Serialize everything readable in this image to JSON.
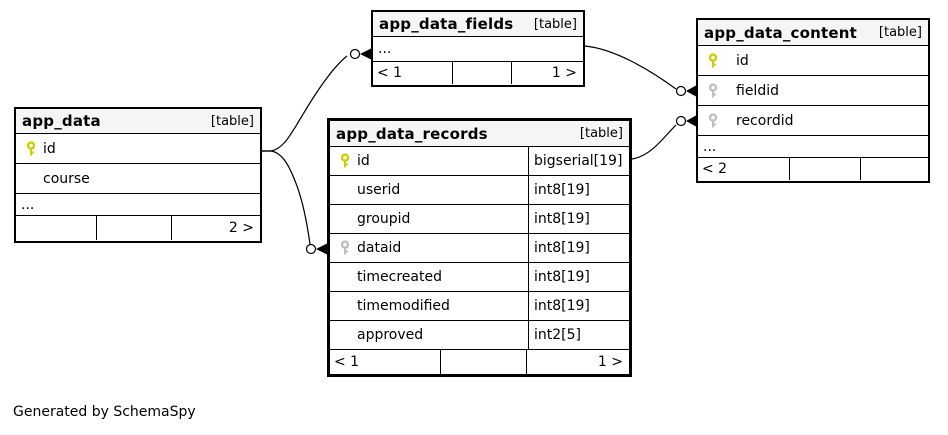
{
  "credit": "Generated by SchemaSpy",
  "colors": {
    "primary_key": "#cdcd00",
    "foreign_key": "#bfbfbf",
    "header_bg": "#f5f5f5",
    "border": "#000000"
  },
  "tables": {
    "app_data": {
      "title": "app_data",
      "tag": "[table]",
      "rows": [
        {
          "icon": "primary-key",
          "name": "id"
        },
        {
          "icon": "none",
          "name": "course"
        }
      ],
      "ellipsis": "...",
      "footer": {
        "left": "",
        "mid": "",
        "right": "2 >"
      }
    },
    "app_data_fields": {
      "title": "app_data_fields",
      "tag": "[table]",
      "ellipsis": "...",
      "footer": {
        "left": "< 1",
        "mid": "",
        "right": "1 >"
      }
    },
    "app_data_content": {
      "title": "app_data_content",
      "tag": "[table]",
      "rows": [
        {
          "icon": "primary-key",
          "name": "id"
        },
        {
          "icon": "foreign-key",
          "name": "fieldid"
        },
        {
          "icon": "foreign-key",
          "name": "recordid"
        }
      ],
      "ellipsis": "...",
      "footer": {
        "left": "< 2",
        "mid": "",
        "right": ""
      }
    },
    "app_data_records": {
      "title": "app_data_records",
      "tag": "[table]",
      "rows": [
        {
          "icon": "primary-key",
          "name": "id",
          "type": "bigserial[19]"
        },
        {
          "icon": "none",
          "name": "userid",
          "type": "int8[19]"
        },
        {
          "icon": "none",
          "name": "groupid",
          "type": "int8[19]"
        },
        {
          "icon": "foreign-key",
          "name": "dataid",
          "type": "int8[19]"
        },
        {
          "icon": "none",
          "name": "timecreated",
          "type": "int8[19]"
        },
        {
          "icon": "none",
          "name": "timemodified",
          "type": "int8[19]"
        },
        {
          "icon": "none",
          "name": "approved",
          "type": "int2[5]"
        }
      ],
      "footer": {
        "left": "< 1",
        "mid": "",
        "right": "1 >"
      }
    }
  },
  "relationships": [
    {
      "from": "app_data.id",
      "to": "app_data_fields"
    },
    {
      "from": "app_data.id",
      "to": "app_data_records.dataid"
    },
    {
      "from": "app_data_fields",
      "to": "app_data_content.fieldid"
    },
    {
      "from": "app_data_records.id",
      "to": "app_data_content.recordid"
    }
  ]
}
